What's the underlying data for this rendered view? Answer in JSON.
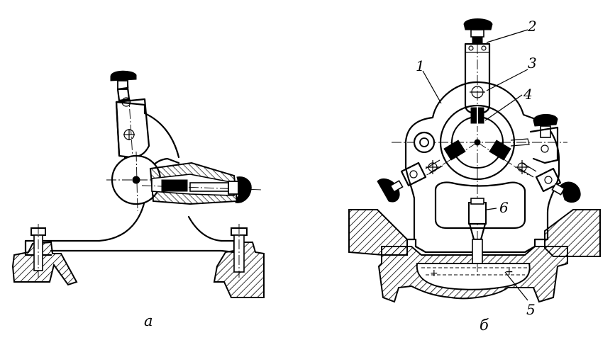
{
  "figure": {
    "view_a": {
      "caption": "а"
    },
    "view_b": {
      "caption": "б",
      "callouts": [
        {
          "id": "callout-1",
          "text": "1"
        },
        {
          "id": "callout-2",
          "text": "2"
        },
        {
          "id": "callout-3",
          "text": "3"
        },
        {
          "id": "callout-4",
          "text": "4"
        },
        {
          "id": "callout-5",
          "text": "5"
        },
        {
          "id": "callout-6",
          "text": "6"
        }
      ]
    }
  }
}
